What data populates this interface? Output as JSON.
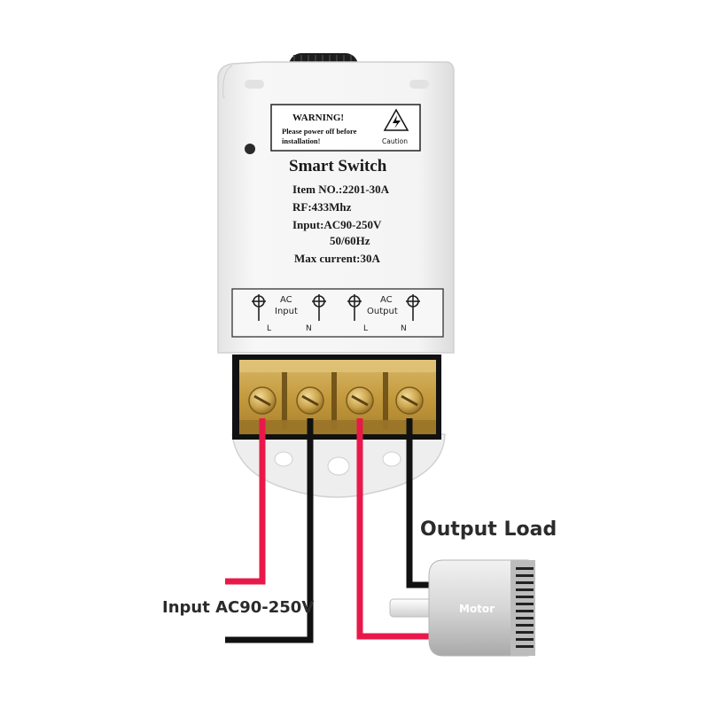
{
  "warning": {
    "title": "WARNING!",
    "line1": "Please power off before",
    "line2": "installation!",
    "caution": "Caution"
  },
  "label": {
    "title": "Smart Switch",
    "item_no": "Item NO.:2201-30A",
    "rf": "RF:433Mhz",
    "input": "Input:AC90-250V",
    "freq": "50/60Hz",
    "max_current": "Max current:30A"
  },
  "terminals": {
    "input_ac": "AC",
    "input_label": "Input",
    "output_ac": "AC",
    "output_label": "Output",
    "t1": "L",
    "t2": "N",
    "t3": "L",
    "t4": "N"
  },
  "annotations": {
    "output_load": "Output Load",
    "input_voltage": "Input AC90-250V",
    "motor": "Motor"
  },
  "colors": {
    "live_wire": "#e8194a",
    "neutral_wire": "#111111",
    "terminal_block": "#c9a24a",
    "housing": "#f1f1f1"
  }
}
